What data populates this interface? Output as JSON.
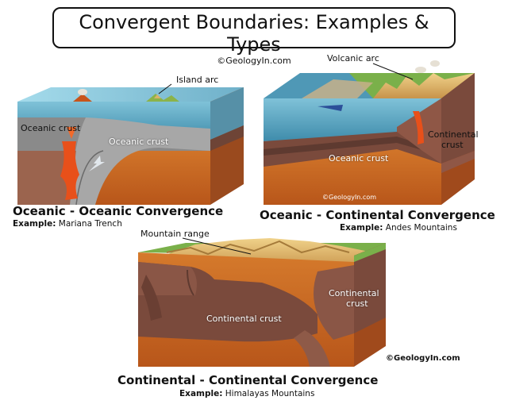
{
  "title": {
    "main": "Convergent Boundaries: Examples & Types",
    "sub": "©GeologyIn.com"
  },
  "oceanic_oceanic": {
    "caption": "Oceanic - Oceanic Convergence",
    "example_label": "Example:",
    "example_value": "Mariana Trench",
    "labels": {
      "island_arc": "Island arc",
      "oceanic_crust_left": "Oceanic crust",
      "oceanic_crust_right": "Oceanic crust"
    }
  },
  "oceanic_continental": {
    "caption": "Oceanic - Continental Convergence",
    "example_label": "Example:",
    "example_value": "Andes Mountains",
    "labels": {
      "volcanic_arc": "Volcanic arc",
      "continental_crust_1": "Continental",
      "continental_crust_2": "crust",
      "oceanic_crust": "Oceanic crust",
      "watermark": "©GeologyIn.com"
    }
  },
  "continental_continental": {
    "caption": "Continental - Continental Convergence",
    "example_label": "Example:",
    "example_value": "Himalayas Mountains",
    "labels": {
      "mountain_range": "Mountain range",
      "continental_crust_left": "Continental crust",
      "continental_crust_right_1": "Continental",
      "continental_crust_right_2": "crust"
    },
    "credit": "©GeologyIn.com"
  },
  "colors": {
    "water": "#5fa8c4",
    "mantle": "#c9651f",
    "crust": "#7a4a3c",
    "land": "#6aa33a",
    "mountain": "#d9b26a",
    "lava": "#e8501a"
  }
}
